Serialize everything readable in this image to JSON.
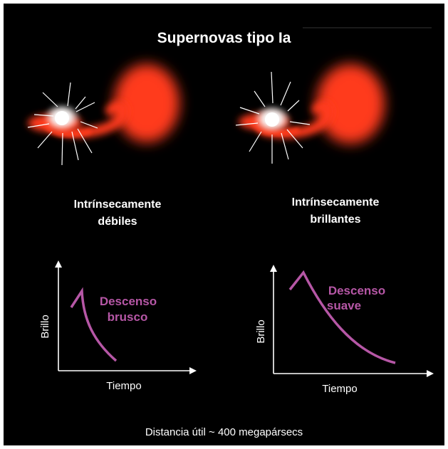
{
  "title": "Supernovas tipo Ia",
  "systems": [
    {
      "label_line1": "Intrínsecamente",
      "label_line2": "débiles",
      "curve_annotation_line1": "Descenso",
      "curve_annotation_line2": "brusco",
      "y_axis_label": "Brillo",
      "x_axis_label": "Tiempo"
    },
    {
      "label_line1": "Intrínsecamente",
      "label_line2": "brillantes",
      "curve_annotation_line1": "Descenso",
      "curve_annotation_line2": "suave",
      "y_axis_label": "Brillo",
      "x_axis_label": "Tiempo"
    }
  ],
  "caption": "Distancia útil ~ 400 megapársecs",
  "colors": {
    "background": "#000000",
    "text": "#ffffff",
    "curve": "#b657a6",
    "gas": "#ff3a1e"
  }
}
